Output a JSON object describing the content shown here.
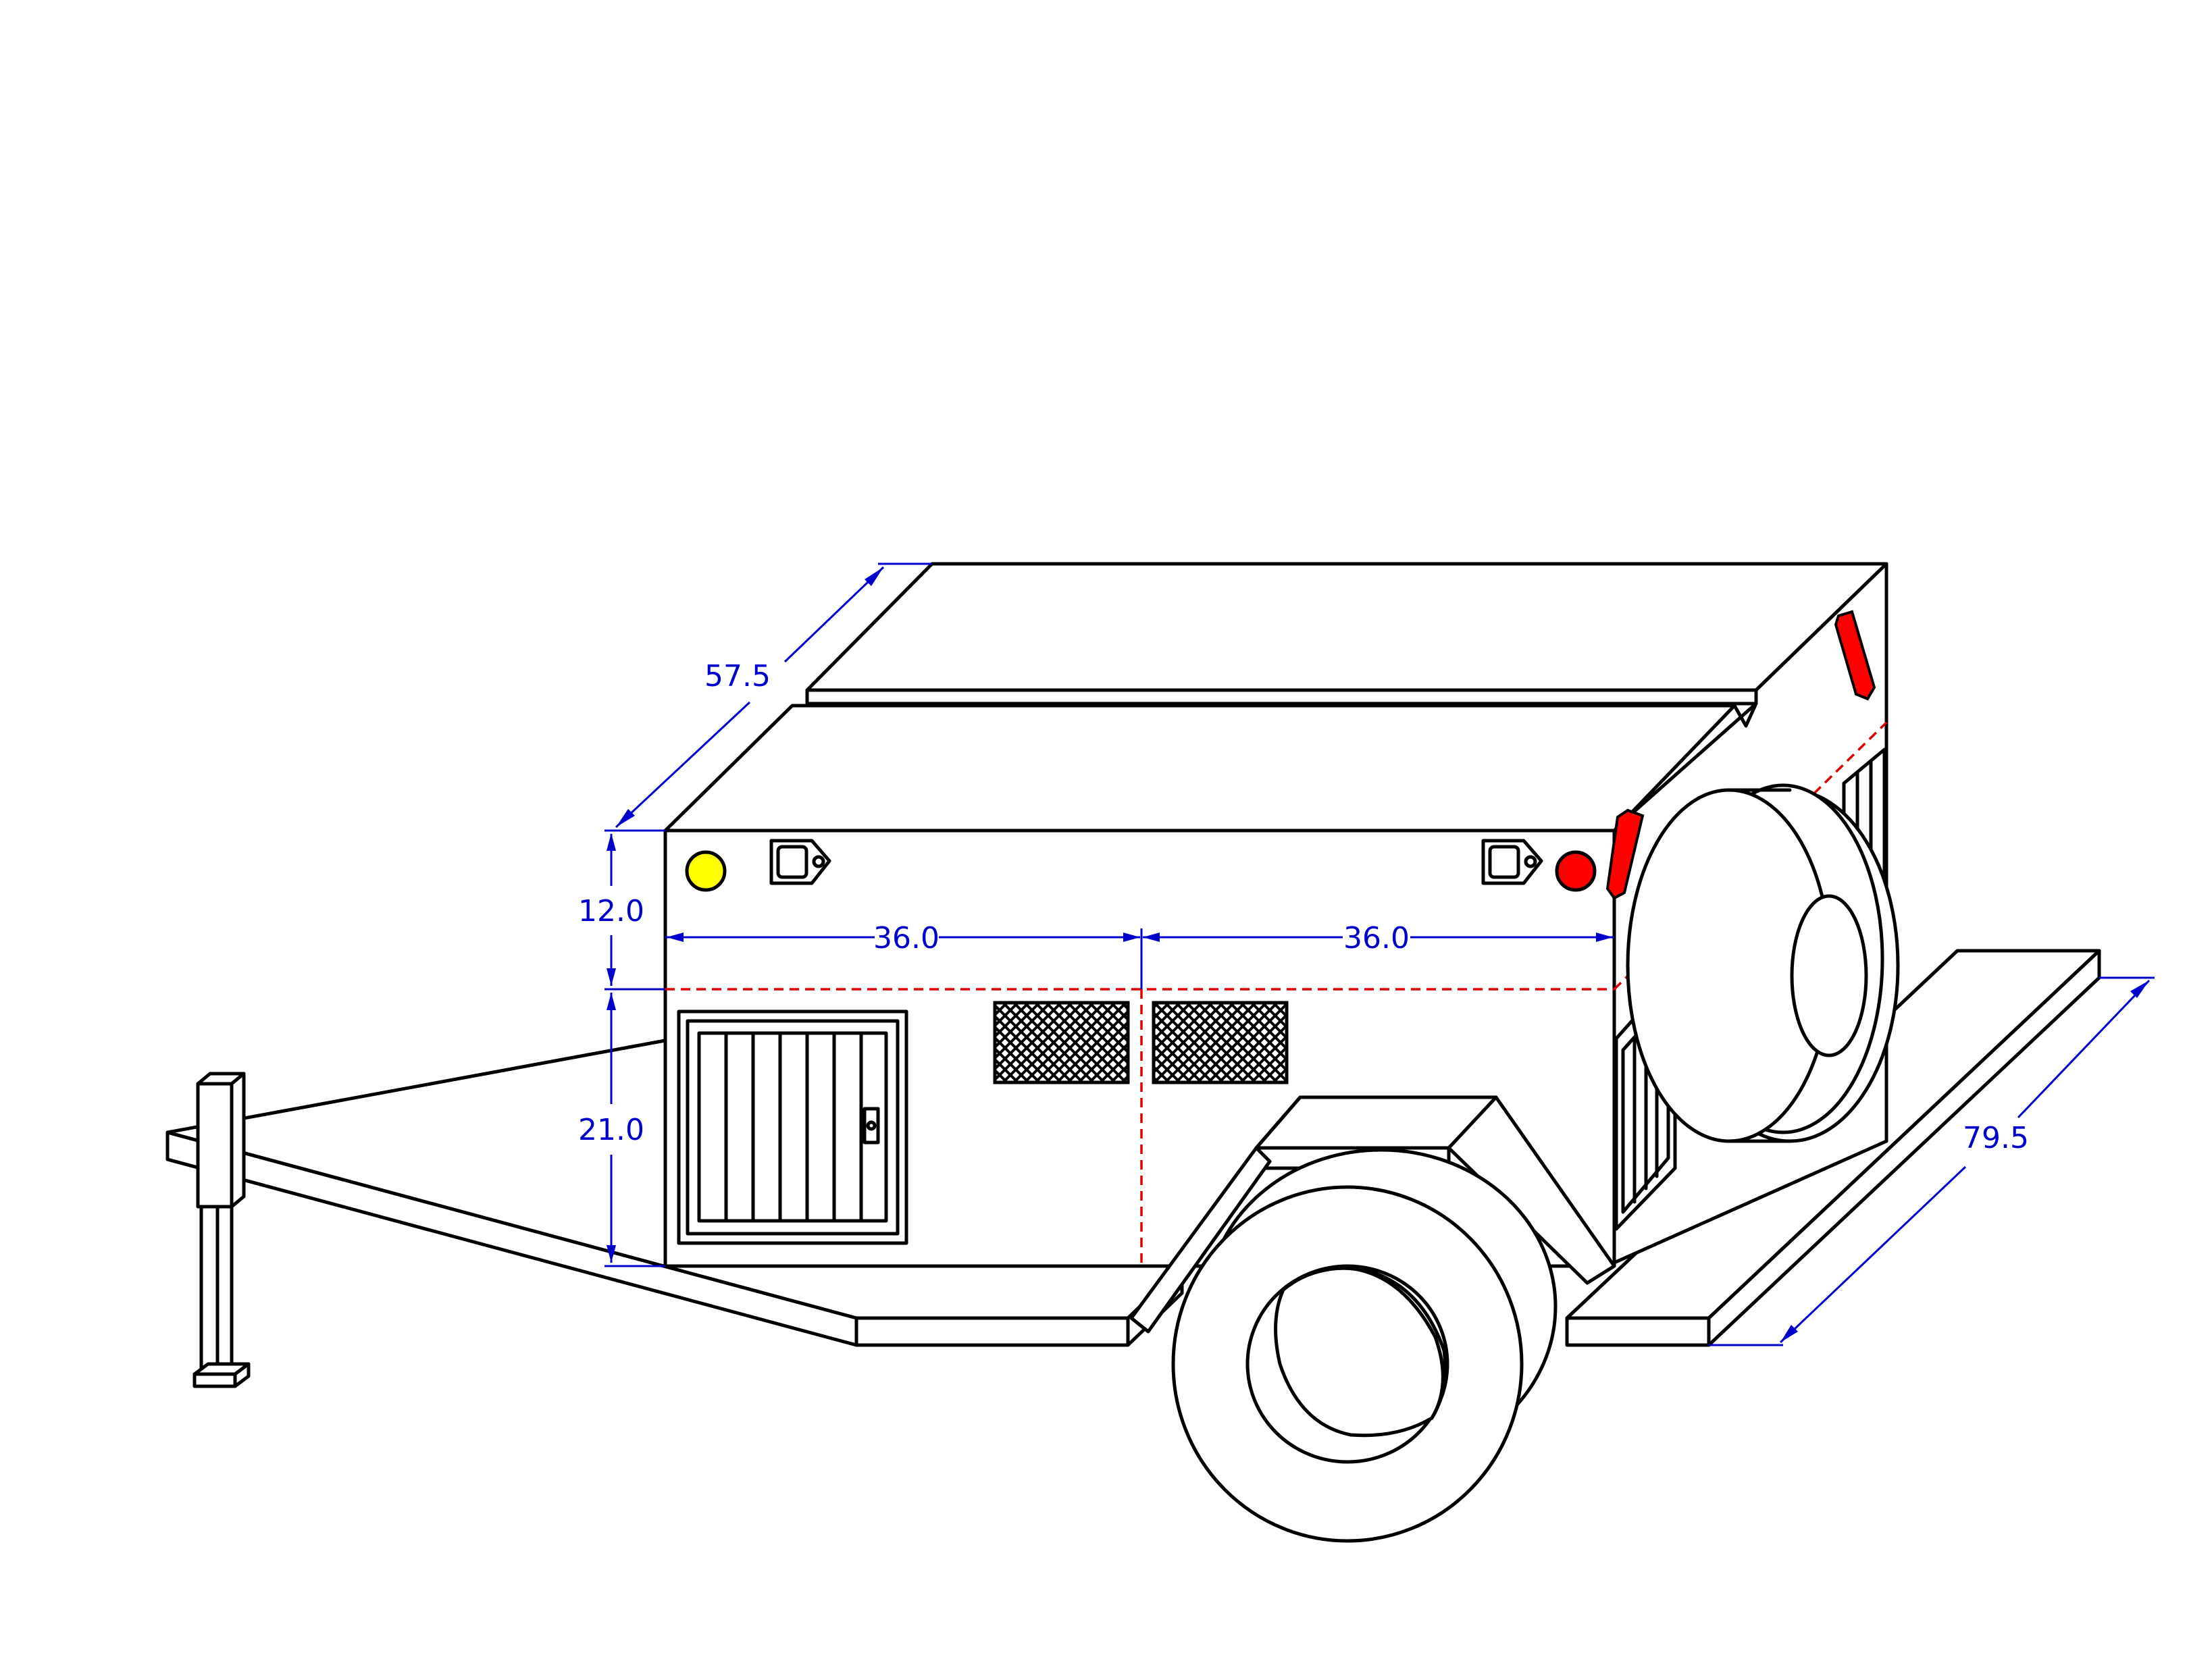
{
  "diagram": {
    "dimensions": {
      "depth": "57.5",
      "upper_height": "12.0",
      "lower_height": "21.0",
      "left_width": "36.0",
      "right_width": "36.0",
      "base_length": "79.5"
    },
    "colors": {
      "outline": "#000000",
      "dimension": "#0000cc",
      "centerline": "#dd0000",
      "amber_light": "#ffff00",
      "red_light": "#ff0000"
    }
  }
}
